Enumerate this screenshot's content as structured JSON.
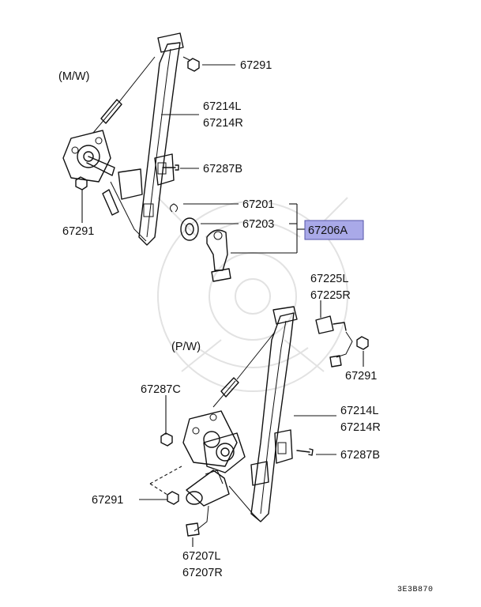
{
  "variants": {
    "manual": "(M/W)",
    "power": "(P/W)"
  },
  "labels": {
    "p67291_top": "67291",
    "p67214_top_l": "67214L",
    "p67214_top_r": "67214R",
    "p67287b_top": "67287B",
    "p67291_left": "67291",
    "p67201": "67201",
    "p67203": "67203",
    "p67206a": "67206A",
    "p67225_l": "67225L",
    "p67225_r": "67225R",
    "p67291_right": "67291",
    "p67287c": "67287C",
    "p67214_bot_l": "67214L",
    "p67214_bot_r": "67214R",
    "p67287b_bot": "67287B",
    "p67291_bot": "67291",
    "p67207_l": "67207L",
    "p67207_r": "67207R"
  },
  "diagram_code": "3E3B870",
  "highlight_color": "#a9a9e8"
}
